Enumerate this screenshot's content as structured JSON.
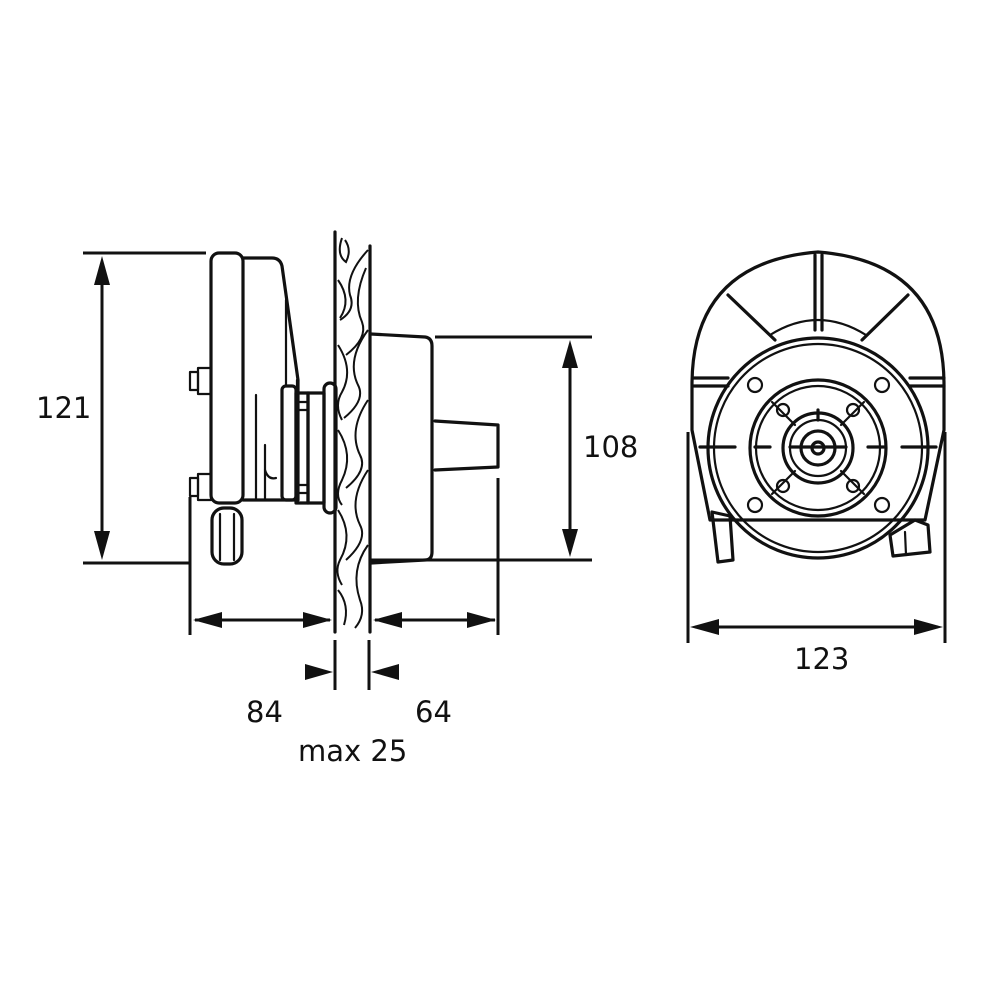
{
  "drawing": {
    "type": "technical dimension drawing",
    "views": [
      "side-view",
      "front-view"
    ],
    "line_color": "#111111",
    "background": "#ffffff"
  },
  "dimensions": {
    "overall_height_left": "121",
    "bezel_height_right": "108",
    "depth_behind_panel": "84",
    "depth_in_front_of_panel": "64",
    "panel_thickness": "max 25",
    "front_width": "123"
  }
}
